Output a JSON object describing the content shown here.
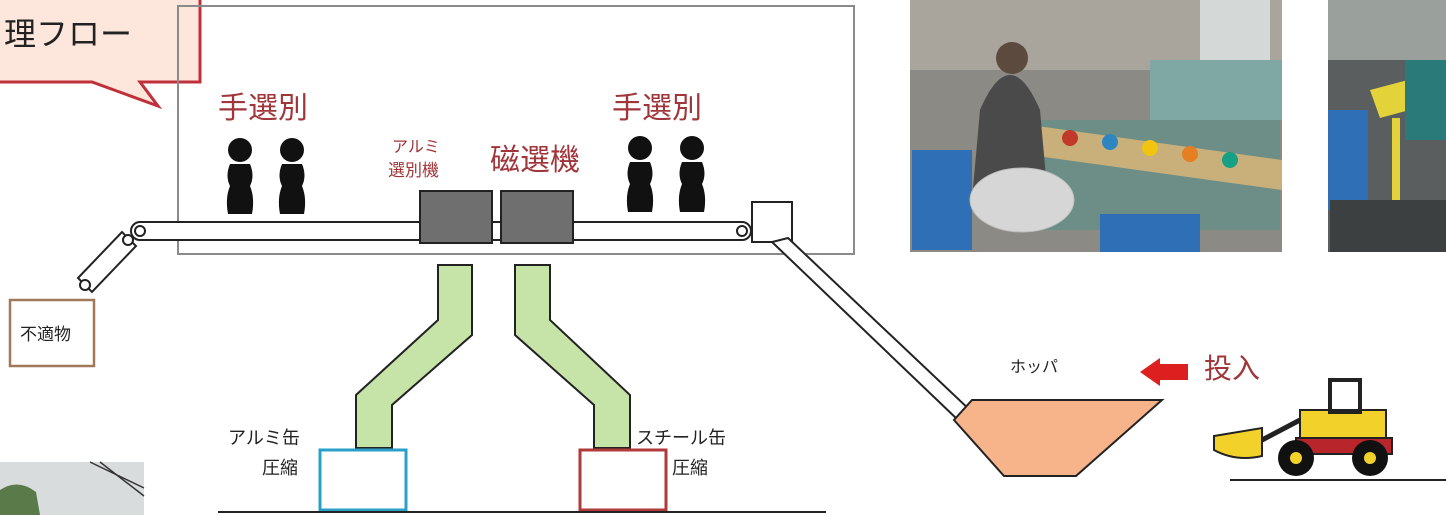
{
  "callout": {
    "text": "理フロー"
  },
  "labels": {
    "manual_sort_left": "手選別",
    "manual_sort_right": "手選別",
    "aluminum_sorter_line1": "アルミ",
    "aluminum_sorter_line2": "選別機",
    "magnetic_separator": "磁選機",
    "unsuitable": "不適物",
    "aluminum_can_line1": "アルミ缶",
    "aluminum_can_line2": "圧縮",
    "steel_can_line1": "スチール缶",
    "steel_can_line2": "圧縮",
    "hopper": "ホッパ",
    "input": "投入"
  },
  "colors": {
    "title_red": "#a0353a",
    "callout_fill": "#fde7dc",
    "callout_stroke": "#c0303a",
    "chute_green": "#c6e3a8",
    "machine_gray": "#6f6f6f",
    "aluminum_box": "#2aa0c8",
    "steel_box": "#b03a3a",
    "unsuitable_box": "#a0785a",
    "hopper_fill": "#f7b38a",
    "arrow_red": "#dd1f1f",
    "loader_yellow": "#f2d22a",
    "loader_red": "#b8262b"
  }
}
